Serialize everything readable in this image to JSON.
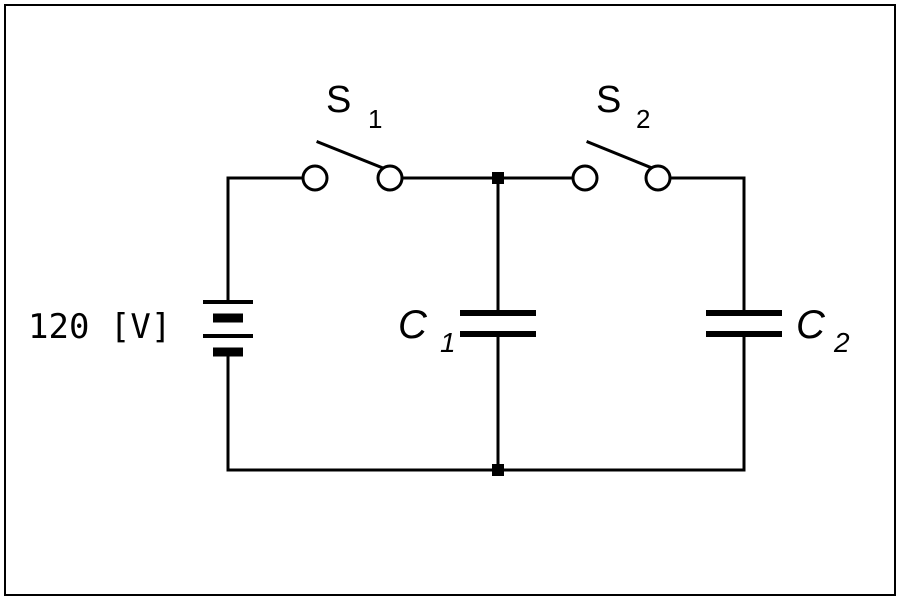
{
  "diagram": {
    "switch_1": {
      "label": "S",
      "subscript": "1"
    },
    "switch_2": {
      "label": "S",
      "subscript": "2"
    },
    "capacitor_1": {
      "label": "C",
      "subscript": "1"
    },
    "capacitor_2": {
      "label": "C",
      "subscript": "2"
    },
    "battery": {
      "voltage_label": "120 [V]"
    }
  }
}
